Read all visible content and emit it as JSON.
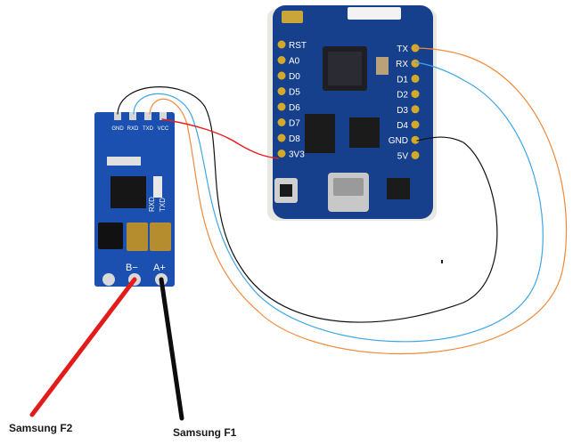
{
  "labels": {
    "wire_f2": "Samsung F2",
    "wire_f1": "Samsung F1"
  },
  "converter_board": {
    "header_pins": [
      "GND",
      "RXD",
      "TXD",
      "VCC"
    ],
    "side_labels": [
      "RXD",
      "TXD"
    ],
    "terminals": [
      "B−",
      "A+"
    ]
  },
  "esp_board": {
    "left_pins": [
      "RST",
      "A0",
      "D0",
      "D5",
      "D6",
      "D7",
      "D8",
      "3V3"
    ],
    "right_pins": [
      "TX",
      "RX",
      "D1",
      "D2",
      "D3",
      "D4",
      "GND",
      "5V"
    ]
  },
  "colors": {
    "board_blue": "#1b4fb0",
    "esp_blue": "#163f8c",
    "wire_red": "#e81e1e",
    "wire_black": "#111111",
    "wire_blue": "#3fa6e6",
    "wire_orange": "#f08a3c",
    "wire_gray": "#2a2a2a"
  }
}
